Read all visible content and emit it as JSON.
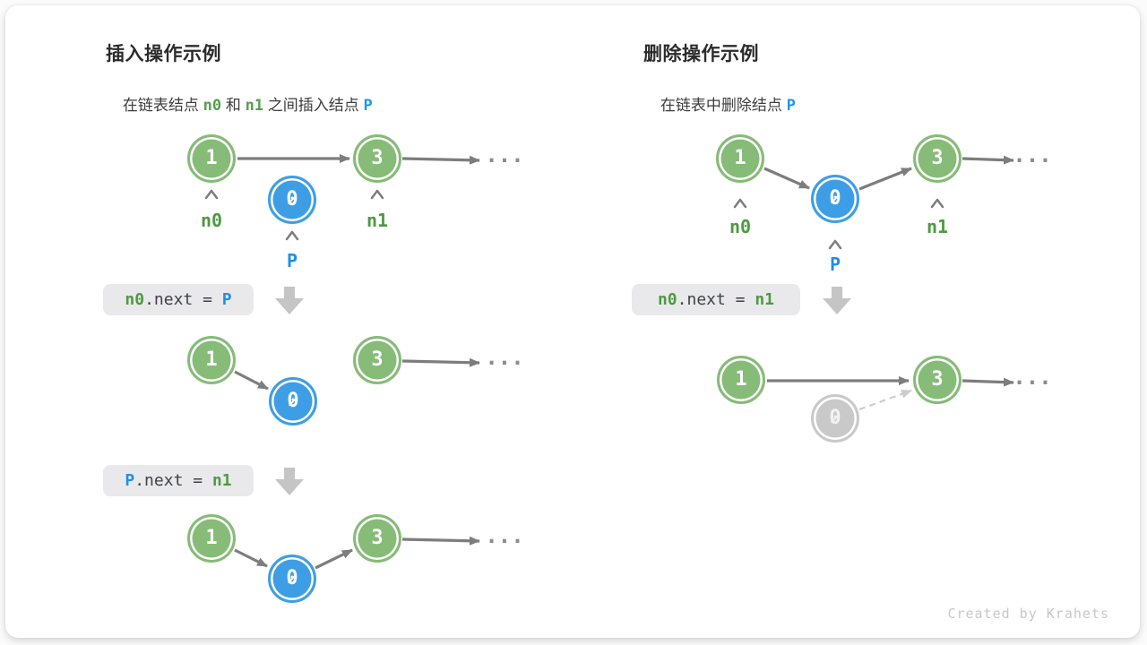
{
  "watermark": "Created by Krahets",
  "symbols": {
    "ellipsis": "..."
  },
  "colors": {
    "node_green": "#86BB78",
    "node_blue": "#3E9EE5",
    "node_gray": "#C9C9C9",
    "text_green": "#4F9943",
    "text_blue": "#1E8FE8",
    "arrow_gray": "#7D7D7D",
    "code_box_bg": "#E9E9EB"
  },
  "insert_panel": {
    "title": "插入操作示例",
    "subtitle": [
      "在链表结点 ",
      "n0",
      " 和 ",
      "n1",
      " 之间插入结点 ",
      "P"
    ]
  },
  "delete_panel": {
    "title": "删除操作示例",
    "subtitle": [
      "在链表中删除结点 ",
      "P"
    ]
  },
  "labels": {
    "n0": "n0",
    "n1": "n1",
    "p": "P"
  },
  "code": {
    "insert_step1": {
      "lhs": "n0",
      "mid": ".next = ",
      "rhs": "P"
    },
    "insert_step2": {
      "lhs": "P",
      "mid": ".next = ",
      "rhs": "n1"
    },
    "delete_step": {
      "lhs": "n0",
      "mid": ".next = ",
      "rhs": "n1"
    }
  },
  "diagrams": {
    "insert_initial": {
      "nodes": [
        "1",
        "0",
        "3"
      ]
    },
    "insert_after_step1": {
      "nodes": [
        "1",
        "0",
        "3"
      ]
    },
    "insert_after_step2": {
      "nodes": [
        "1",
        "0",
        "3"
      ]
    },
    "delete_initial": {
      "nodes": [
        "1",
        "0",
        "3"
      ]
    },
    "delete_result": {
      "nodes": [
        "1",
        "0",
        "3"
      ]
    }
  }
}
